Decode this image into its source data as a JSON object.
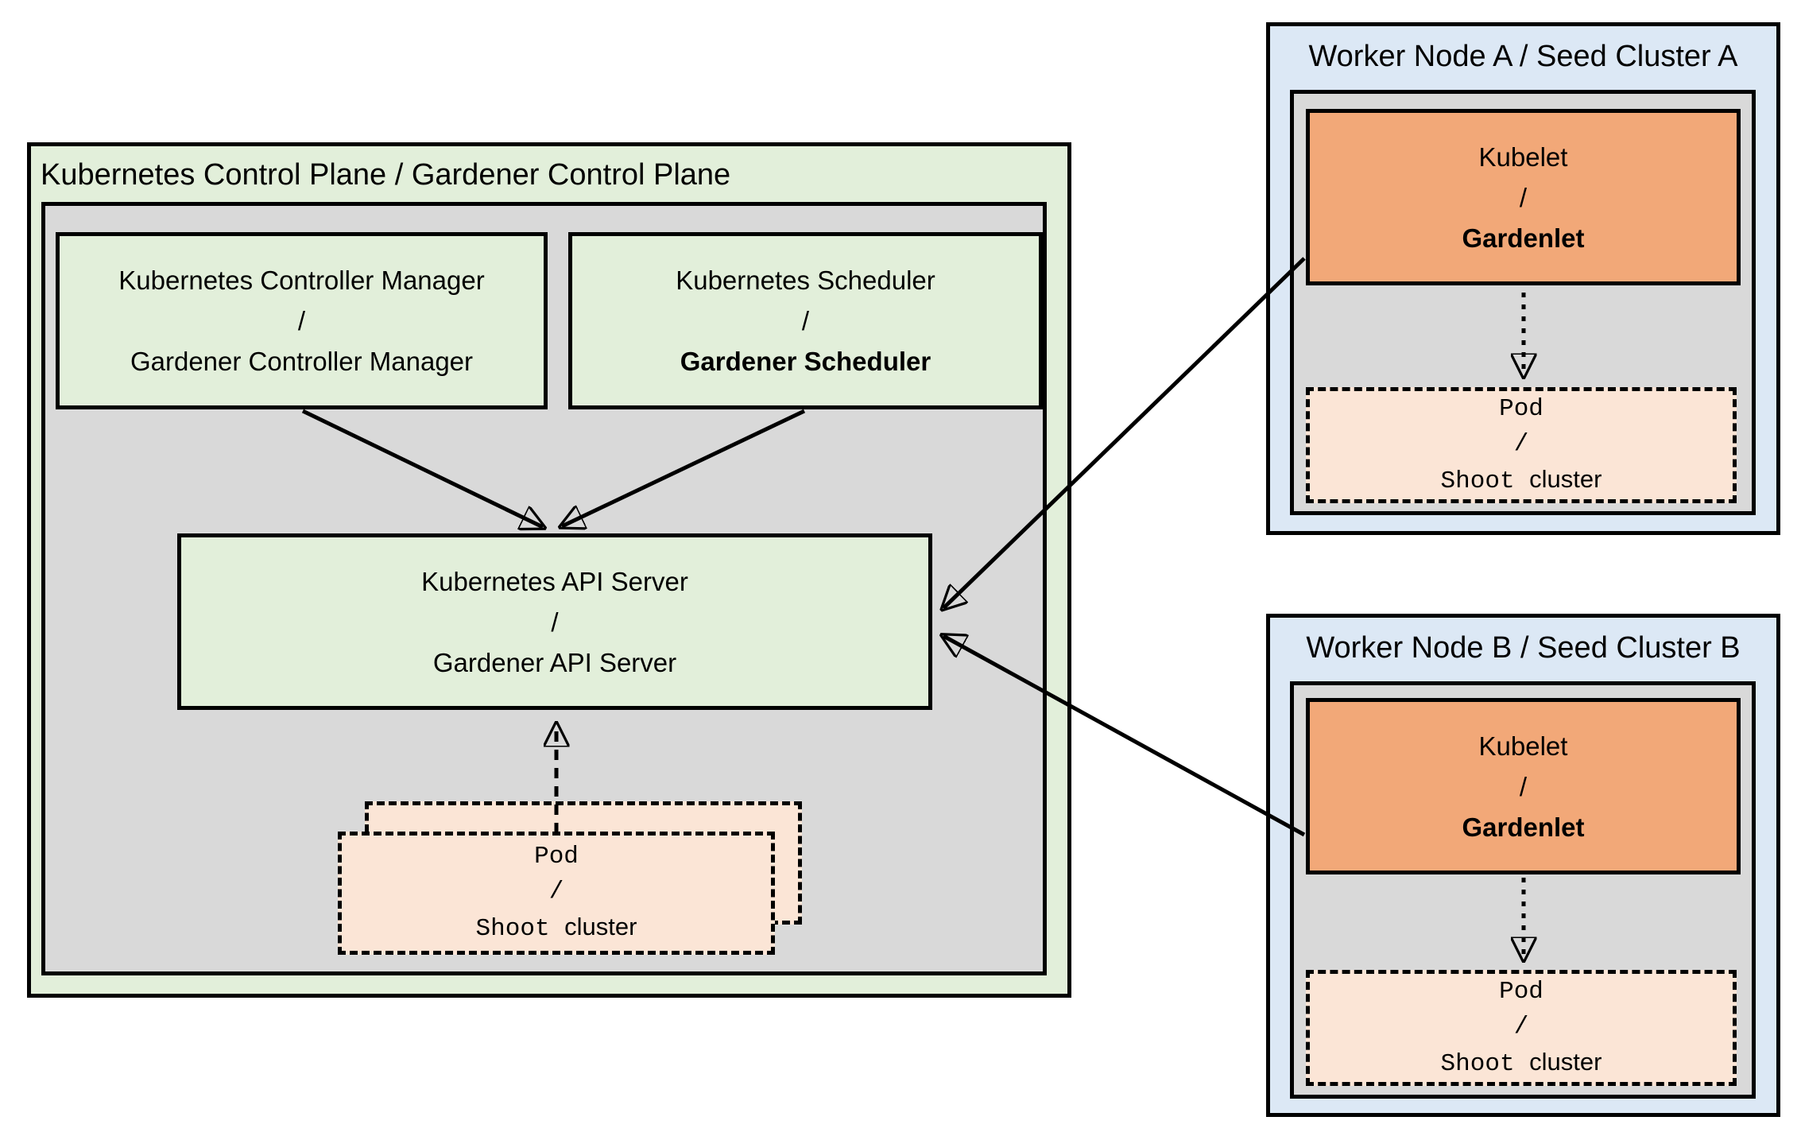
{
  "control_plane": {
    "title": "Kubernetes Control Plane / Gardener Control Plane",
    "controller_manager": {
      "line1": "Kubernetes Controller Manager",
      "sep": "/",
      "line2": "Gardener Controller Manager"
    },
    "scheduler": {
      "line1": "Kubernetes Scheduler",
      "sep": "/",
      "line2": "Gardener Scheduler"
    },
    "api_server": {
      "line1": "Kubernetes API Server",
      "sep": "/",
      "line2": "Gardener API Server"
    },
    "pod": {
      "line1": "Pod",
      "sep": "/",
      "line2_mono": "Shoot",
      "line2_sans": "cluster"
    }
  },
  "worker_a": {
    "title": "Worker Node A / Seed Cluster A",
    "kubelet": {
      "line1": "Kubelet",
      "sep": "/",
      "line2": "Gardenlet"
    },
    "pod": {
      "line1": "Pod",
      "sep": "/",
      "line2_mono": "Shoot",
      "line2_sans": "cluster"
    }
  },
  "worker_b": {
    "title": "Worker Node B / Seed Cluster B",
    "kubelet": {
      "line1": "Kubelet",
      "sep": "/",
      "line2": "Gardenlet"
    },
    "pod": {
      "line1": "Pod",
      "sep": "/",
      "line2_mono": "Shoot",
      "line2_sans": "cluster"
    }
  },
  "colors": {
    "cluster_green": "#e2efda",
    "node_gray": "#d9d9d9",
    "worker_blue": "#dce8f5",
    "kubelet_orange": "#f2a878",
    "pod_peach": "#fbe5d6",
    "line_black": "#000000"
  }
}
